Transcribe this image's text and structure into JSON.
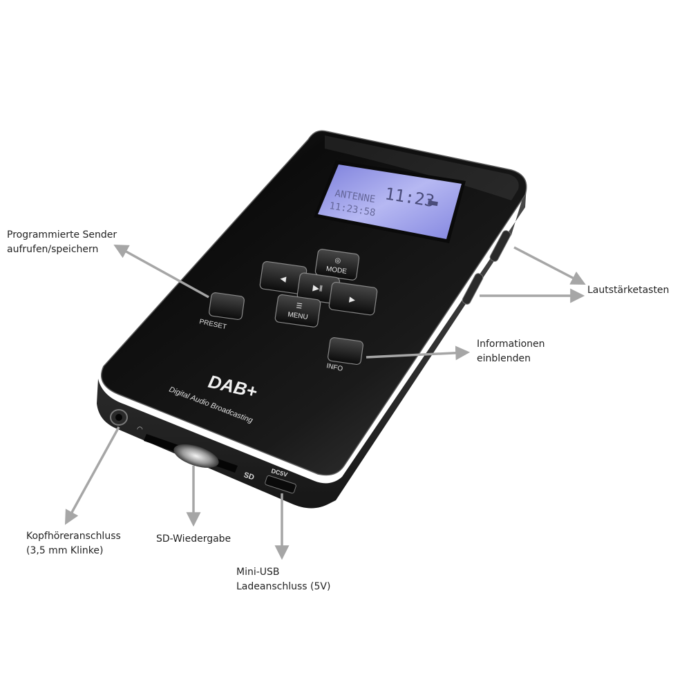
{
  "device": {
    "lcd_clock": "11:23",
    "lcd_line1": "ANTENNE",
    "lcd_line2": "11:23:58",
    "mode_label": "MODE",
    "menu_label": "MENU",
    "preset_label": "PRESET",
    "info_label": "INFO",
    "brand_logo": "DAB+",
    "brand_tagline": "Digital Audio Broadcasting",
    "sd_mark": "SD",
    "dc_label": "DC5V",
    "colors": {
      "lcd": "#8e90e8",
      "body": "#111111",
      "arrow": "#a6a6a6"
    }
  },
  "callouts": {
    "preset": {
      "line1": "Programmierte Sender",
      "line2": "aufrufen/speichern"
    },
    "volume": {
      "line1": "Lautstärketasten"
    },
    "info": {
      "line1": "Informationen",
      "line2": "einblenden"
    },
    "headphone": {
      "line1": "Kopfhöreranschluss",
      "line2": "(3,5 mm Klinke)"
    },
    "sd": {
      "line1": "SD-Wiedergabe"
    },
    "usb": {
      "line1": "Mini-USB",
      "line2": "Ladeanschluss (5V)"
    }
  }
}
